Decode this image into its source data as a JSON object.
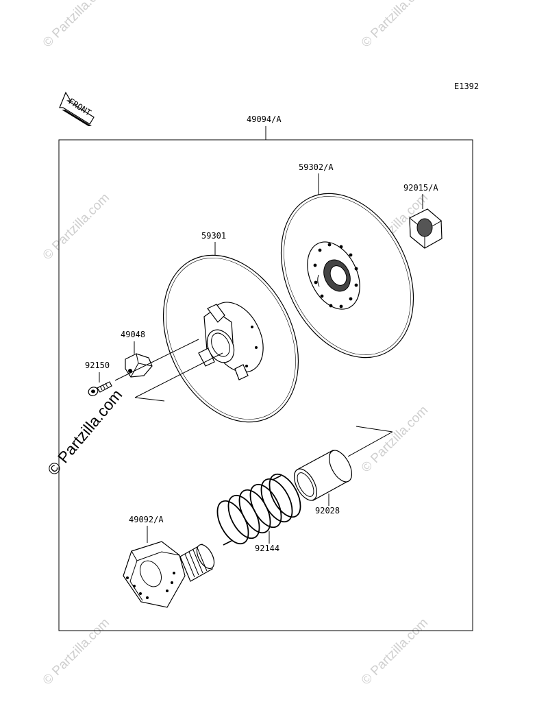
{
  "diagram": {
    "code": "E1392",
    "front_arrow": "FRONT",
    "watermark": "© Partzilla.com",
    "watermark_main": "© Partzilla.com",
    "assembly_label": "49094/A",
    "parts": {
      "p59302": "59302/A",
      "p92015": "92015/A",
      "p59301": "59301",
      "p49048": "49048",
      "p92150": "92150",
      "p92028": "92028",
      "p92144": "92144",
      "p49092": "49092/A"
    }
  }
}
